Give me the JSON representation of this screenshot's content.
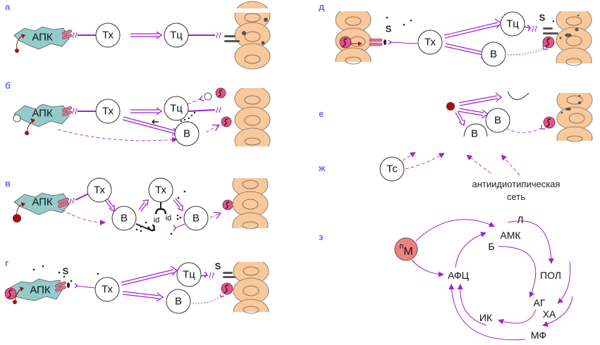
{
  "figure": {
    "panels": [
      {
        "id": "a",
        "letter": "а"
      },
      {
        "id": "b",
        "letter": "б"
      },
      {
        "id": "v",
        "letter": "в"
      },
      {
        "id": "g",
        "letter": "г"
      },
      {
        "id": "d",
        "letter": "д"
      },
      {
        "id": "e",
        "letter": "е"
      },
      {
        "id": "zh",
        "letter": "ж"
      },
      {
        "id": "z",
        "letter": "з"
      }
    ],
    "labels": {
      "apk": "АПК",
      "th": "Тх",
      "tc": "Тц",
      "b": "В",
      "ts": "Тс",
      "id": "id",
      "s": "S",
      "network_line1": "антиидиотипическая",
      "network_line2": "сеть",
      "pm_sup": "п",
      "pm_main": "М",
      "amk": "АМК",
      "l": "Л",
      "bb": "Б",
      "afc": "АФЦ",
      "pol": "ПОЛ",
      "ag": "АГ",
      "xa": "ХА",
      "ik": "ИК",
      "mf": "МФ"
    },
    "colors": {
      "panel_letter": "#6b6bf0",
      "arrow": "#a020d0",
      "apk_fill": "#93cbcb",
      "tissue_fill": "#f9c89b",
      "virus_fill": "#e8508a",
      "antigen": "#a01010",
      "pm_fill": "#f08080"
    }
  }
}
